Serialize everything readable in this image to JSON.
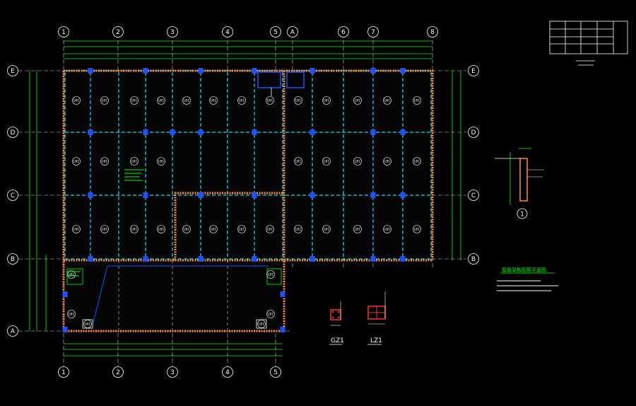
{
  "drawing": {
    "grid_columns": [
      "1",
      "2",
      "3",
      "4",
      "5",
      "A",
      "6",
      "7",
      "8"
    ],
    "grid_rows": [
      "E",
      "D",
      "C",
      "B",
      "A"
    ],
    "bottom_columns": [
      "1",
      "2",
      "3",
      "4",
      "5"
    ],
    "slab_label": "LB1",
    "column_tags": {
      "gz1": "GZ1",
      "lz1": "LZ1"
    },
    "detail_marker": "1",
    "notes_title": "屋面梁板配筋平面图",
    "colors": {
      "background": "#000000",
      "grid_line": "#ffffff",
      "dimension": "#00ff00",
      "beam": "#ff8c3c",
      "rebar": "#00e5ff",
      "column": "#1e50ff",
      "note_text": "#00ff00",
      "bubble_text": "#ffffff"
    }
  }
}
